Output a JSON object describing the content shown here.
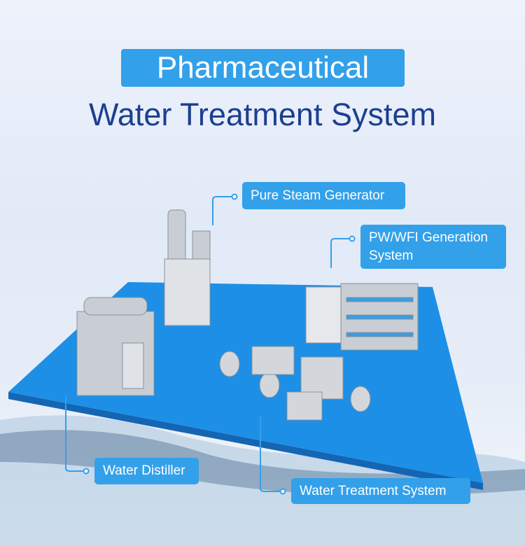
{
  "title": "Pharmaceutical",
  "subtitle": "Water Treatment System",
  "labels": {
    "pure_steam": "Pure Steam Generator",
    "pw_wfi": "PW/WFI Generation System",
    "distiller": "Water Distiller",
    "treatment": "Water Treatment System"
  },
  "colors": {
    "accent": "#33a0ea",
    "title_text": "#1c3f8f",
    "platform": "#1e8fe6"
  }
}
